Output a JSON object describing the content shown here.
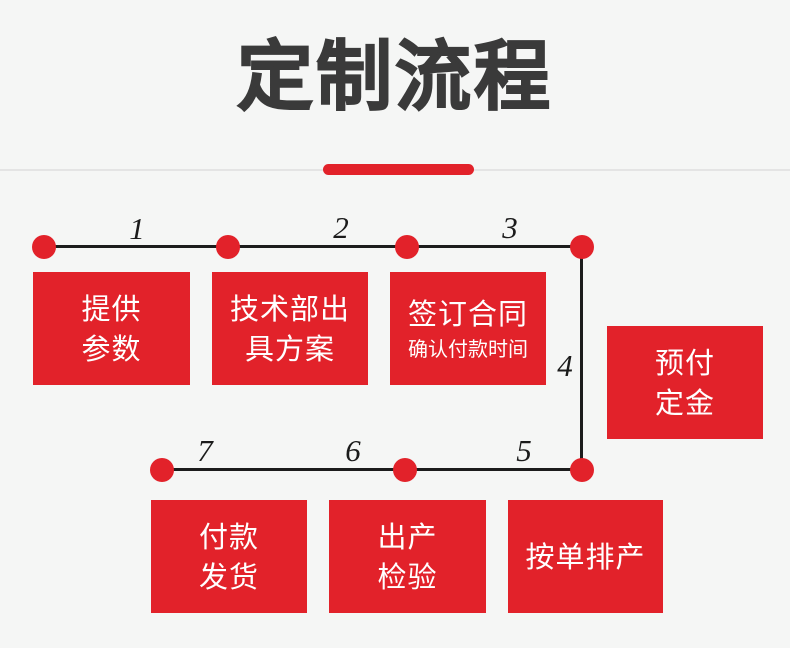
{
  "page": {
    "title": "定制流程",
    "colors": {
      "accent_red": "#e2222a",
      "connector_black": "#1c1c1c",
      "title_gray": "#3a3a3a",
      "background": "#f5f6f5",
      "divider_gray": "#e4e4e4",
      "box_text": "#ffffff"
    }
  },
  "steps": [
    {
      "number": "1",
      "label_lines": [
        "提供",
        "参数"
      ]
    },
    {
      "number": "2",
      "label_lines": [
        "技术部出",
        "具方案"
      ]
    },
    {
      "number": "3",
      "label_lines": [
        "签订合同"
      ],
      "sub_label": "确认付款时间"
    },
    {
      "number": "4",
      "label_lines": [
        "预付",
        "定金"
      ]
    },
    {
      "number": "5",
      "label_lines": [
        "按单排产"
      ]
    },
    {
      "number": "6",
      "label_lines": [
        "出产",
        "检验"
      ]
    },
    {
      "number": "7",
      "label_lines": [
        "付款",
        "发货"
      ]
    }
  ]
}
